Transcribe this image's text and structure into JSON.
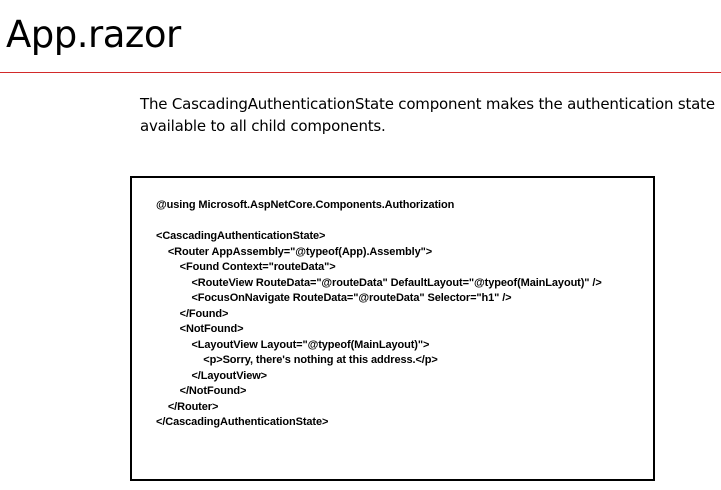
{
  "slide": {
    "title": "App.razor",
    "accent_color": "#d22a2a",
    "description_lines": [
      "The CascadingAuthenticationState component makes the authentication state",
      "available to all child components."
    ]
  },
  "code": {
    "lines": [
      "@using Microsoft.AspNetCore.Components.Authorization",
      "",
      "<CascadingAuthenticationState>",
      "    <Router AppAssembly=\"@typeof(App).Assembly\">",
      "        <Found Context=\"routeData\">",
      "            <RouteView RouteData=\"@routeData\" DefaultLayout=\"@typeof(MainLayout)\" />",
      "            <FocusOnNavigate RouteData=\"@routeData\" Selector=\"h1\" />",
      "        </Found>",
      "        <NotFound>",
      "            <LayoutView Layout=\"@typeof(MainLayout)\">",
      "                <p>Sorry, there's nothing at this address.</p>",
      "            </LayoutView>",
      "        </NotFound>",
      "    </Router>",
      "</CascadingAuthenticationState>"
    ]
  }
}
